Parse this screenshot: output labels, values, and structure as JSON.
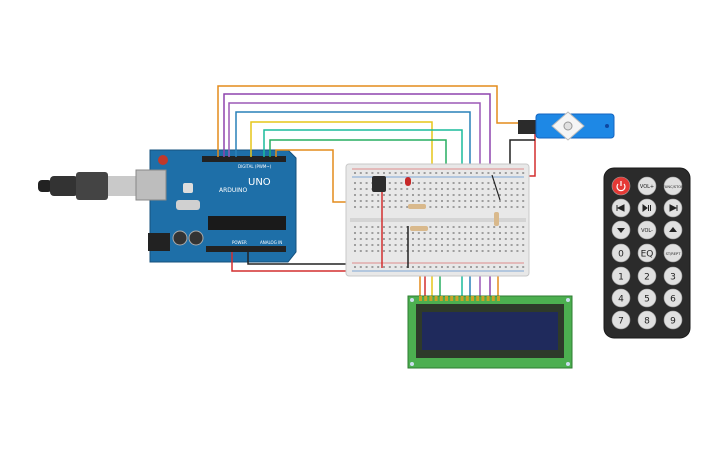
{
  "arduino": {
    "brand": "ARDUINO",
    "model": "UNO",
    "digital_label": "DIGITAL (PWM~)",
    "power_label": "POWER",
    "analog_label": "ANALOG IN"
  },
  "remote": {
    "buttons": [
      {
        "label": "",
        "icon": "power-icon",
        "color": "#e53935"
      },
      {
        "label": "VOL+",
        "icon": "",
        "color": "#e0e0e0"
      },
      {
        "label": "FUNC/STOP",
        "icon": "",
        "color": "#e0e0e0"
      },
      {
        "label": "",
        "icon": "previous-icon",
        "color": "#e0e0e0"
      },
      {
        "label": "",
        "icon": "play-pause-icon",
        "color": "#e0e0e0"
      },
      {
        "label": "",
        "icon": "next-icon",
        "color": "#e0e0e0"
      },
      {
        "label": "",
        "icon": "down-arrow-icon",
        "color": "#e0e0e0"
      },
      {
        "label": "VOL-",
        "icon": "",
        "color": "#e0e0e0"
      },
      {
        "label": "",
        "icon": "up-arrow-icon",
        "color": "#e0e0e0"
      },
      {
        "label": "0",
        "icon": "",
        "color": "#e0e0e0"
      },
      {
        "label": "EQ",
        "icon": "",
        "color": "#e0e0e0"
      },
      {
        "label": "ST/REPT",
        "icon": "",
        "color": "#e0e0e0"
      },
      {
        "label": "1",
        "icon": "",
        "color": "#e0e0e0"
      },
      {
        "label": "2",
        "icon": "",
        "color": "#e0e0e0"
      },
      {
        "label": "3",
        "icon": "",
        "color": "#e0e0e0"
      },
      {
        "label": "4",
        "icon": "",
        "color": "#e0e0e0"
      },
      {
        "label": "5",
        "icon": "",
        "color": "#e0e0e0"
      },
      {
        "label": "6",
        "icon": "",
        "color": "#e0e0e0"
      },
      {
        "label": "7",
        "icon": "",
        "color": "#e0e0e0"
      },
      {
        "label": "8",
        "icon": "",
        "color": "#e0e0e0"
      },
      {
        "label": "9",
        "icon": "",
        "color": "#e0e0e0"
      }
    ]
  },
  "colors": {
    "board": "#1e6fa8",
    "breadboard": "#e8e8e8",
    "lcd_pcb": "#4caf50",
    "lcd_screen": "#1f2a5c",
    "servo": "#1e88e5",
    "remote_body": "#2b2b2b",
    "wire_orange": "#e38b1b",
    "wire_purple": "#8e44ad",
    "wire_blue": "#2980b9",
    "wire_yellow": "#e6c619",
    "wire_green": "#27ae60",
    "wire_red": "#d32f2f",
    "wire_black": "#222222"
  }
}
